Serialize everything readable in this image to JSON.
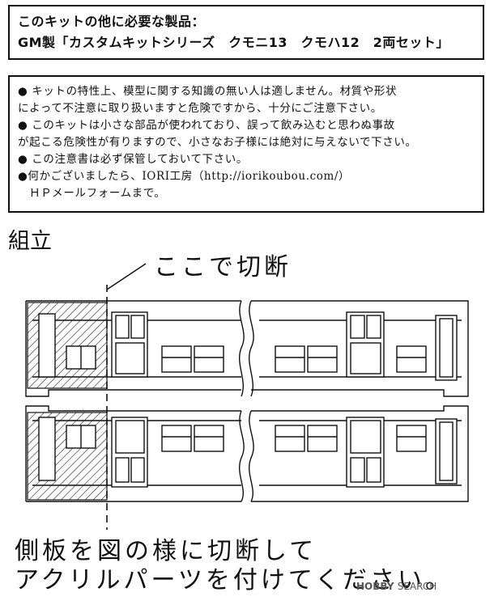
{
  "required_products": {
    "title": "このキットの他に必要な製品：",
    "product": "GM製「カスタムキットシリーズ　クモニ13　クモハ12　2両セット」"
  },
  "notices": [
    "● キットの特性上、模型に関する知識の無い人は適しません。材質や形状",
    "によって不注意に取り扱いますと危険ですから、十分にご注意下さい。",
    "● このキットは小さな部品が使われており、誤って飲み込むと思わぬ事故",
    "が起こる危険性が有りますので、小さなお子様には絶対に与えないで下さい。",
    "● この注意書は必ず保管しておいて下さい。",
    "●何かございましたら、IORI工房（http://iorikoubou.com/）",
    "　ＨＰメールフォームまで。"
  ],
  "assembly": {
    "heading": "組立",
    "cut_label": "ここで切断",
    "instruction_lines": [
      "側板を図の様に切断して",
      "アクリルパーツを付けてください。"
    ]
  },
  "watermark": {
    "brand": "HOBBY",
    "word": "SEARCH"
  }
}
